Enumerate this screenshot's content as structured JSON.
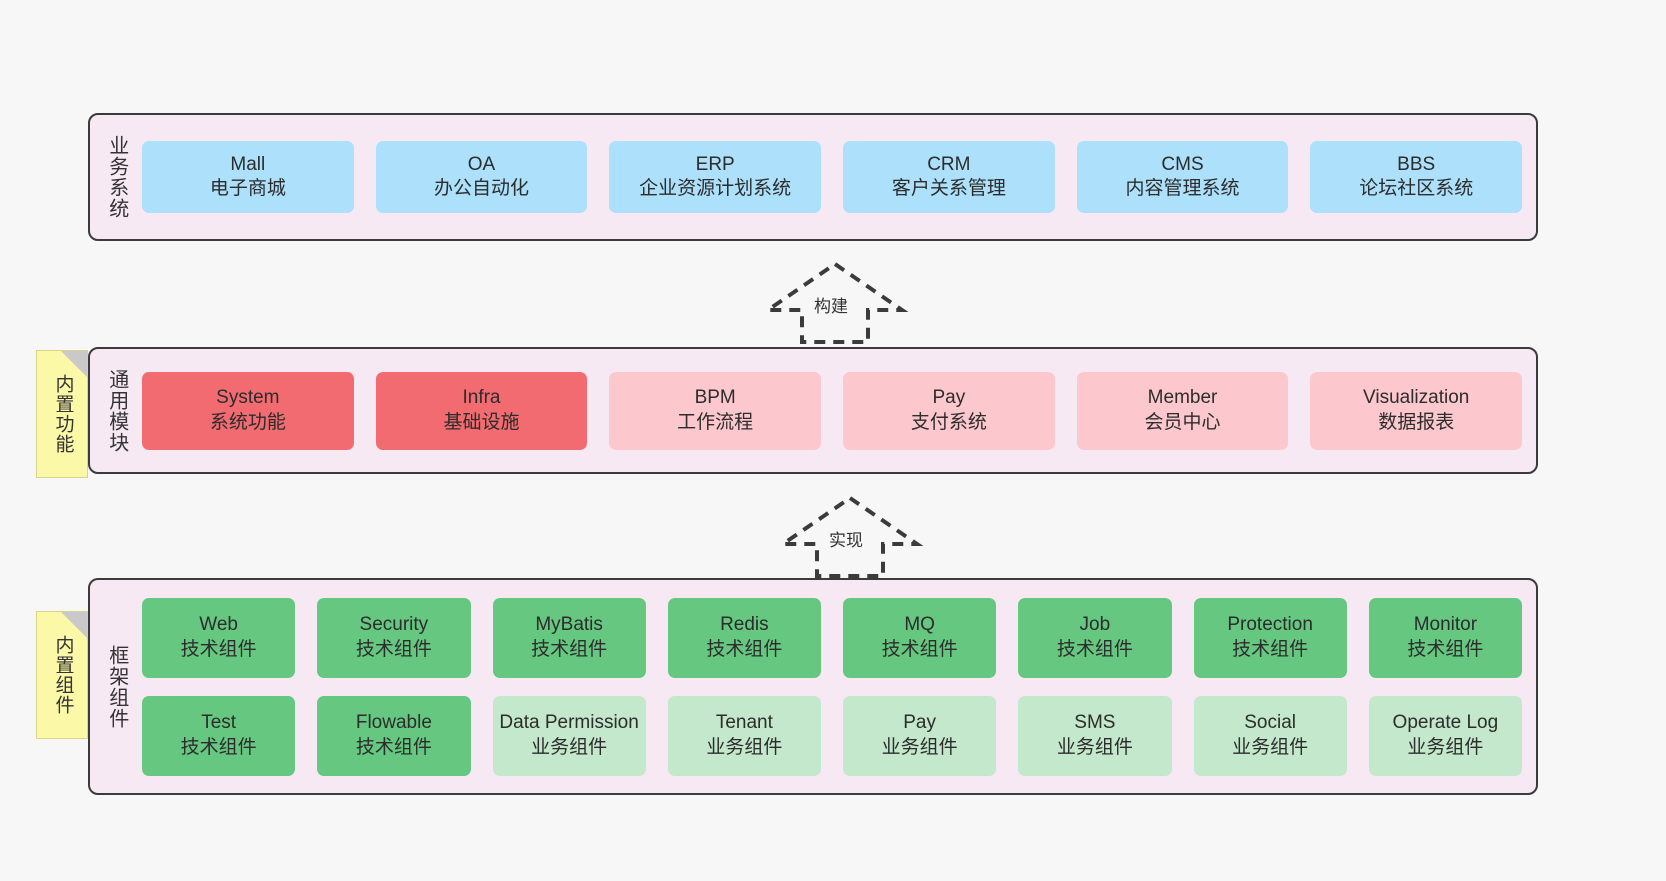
{
  "diagram": {
    "background_color": "#f7f7f7",
    "layer_fill": "#f7e9f4",
    "layer_border": "#3b3b3b",
    "colors": {
      "blue": "#ace0fb",
      "red": "#f26b70",
      "pink": "#fcc8ce",
      "green": "#66c880",
      "mint": "#c3e8cb",
      "note_yellow": "#fbf8a8"
    }
  },
  "notes": [
    {
      "id": "builtin-function",
      "text": "内置功能"
    },
    {
      "id": "builtin-component",
      "text": "内置组件"
    }
  ],
  "connectors": [
    {
      "id": "build",
      "label": "构建",
      "style": "dashed-hollow-triangle-up"
    },
    {
      "id": "implement",
      "label": "实现",
      "style": "dashed-hollow-triangle-up"
    }
  ],
  "layers": [
    {
      "id": "business",
      "title": "业务系统",
      "cards": [
        {
          "en": "Mall",
          "cn": "电子商城",
          "color": "blue"
        },
        {
          "en": "OA",
          "cn": "办公自动化",
          "color": "blue"
        },
        {
          "en": "ERP",
          "cn": "企业资源计划系统",
          "color": "blue"
        },
        {
          "en": "CRM",
          "cn": "客户关系管理",
          "color": "blue"
        },
        {
          "en": "CMS",
          "cn": "内容管理系统",
          "color": "blue"
        },
        {
          "en": "BBS",
          "cn": "论坛社区系统",
          "color": "blue"
        }
      ]
    },
    {
      "id": "modules",
      "title": "通用模块",
      "cards": [
        {
          "en": "System",
          "cn": "系统功能",
          "color": "red"
        },
        {
          "en": "Infra",
          "cn": "基础设施",
          "color": "red"
        },
        {
          "en": "BPM",
          "cn": "工作流程",
          "color": "pink"
        },
        {
          "en": "Pay",
          "cn": "支付系统",
          "color": "pink"
        },
        {
          "en": "Member",
          "cn": "会员中心",
          "color": "pink"
        },
        {
          "en": "Visualization",
          "cn": "数据报表",
          "color": "pink"
        }
      ]
    },
    {
      "id": "framework",
      "title": "框架组件",
      "row1": [
        {
          "en": "Web",
          "cn": "技术组件",
          "color": "green"
        },
        {
          "en": "Security",
          "cn": "技术组件",
          "color": "green"
        },
        {
          "en": "MyBatis",
          "cn": "技术组件",
          "color": "green"
        },
        {
          "en": "Redis",
          "cn": "技术组件",
          "color": "green"
        },
        {
          "en": "MQ",
          "cn": "技术组件",
          "color": "green"
        },
        {
          "en": "Job",
          "cn": "技术组件",
          "color": "green"
        },
        {
          "en": "Protection",
          "cn": "技术组件",
          "color": "green"
        },
        {
          "en": "Monitor",
          "cn": "技术组件",
          "color": "green"
        }
      ],
      "row2": [
        {
          "en": "Test",
          "cn": "技术组件",
          "color": "green"
        },
        {
          "en": "Flowable",
          "cn": "技术组件",
          "color": "green"
        },
        {
          "en": "Data Permission",
          "cn": "业务组件",
          "color": "mint"
        },
        {
          "en": "Tenant",
          "cn": "业务组件",
          "color": "mint"
        },
        {
          "en": "Pay",
          "cn": "业务组件",
          "color": "mint"
        },
        {
          "en": "SMS",
          "cn": "业务组件",
          "color": "mint"
        },
        {
          "en": "Social",
          "cn": "业务组件",
          "color": "mint"
        },
        {
          "en": "Operate Log",
          "cn": "业务组件",
          "color": "mint"
        }
      ]
    }
  ]
}
